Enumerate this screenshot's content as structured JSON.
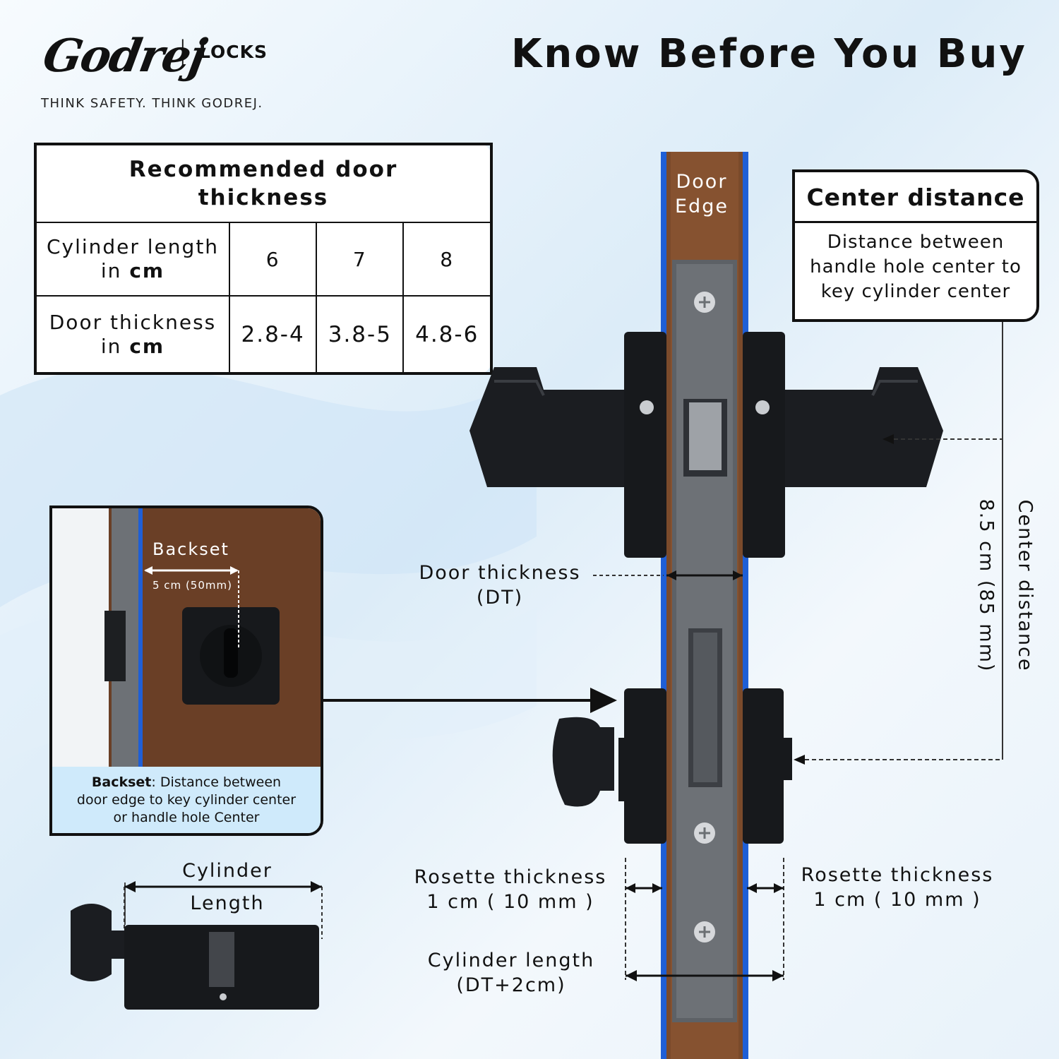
{
  "brand": {
    "logo_text": "Godrej",
    "separator": "|",
    "division": "LOCKS",
    "tagline": "THINK SAFETY. THINK GODREJ."
  },
  "title": "Know Before You Buy",
  "thickness_table": {
    "heading_line1": "Recommended door",
    "heading_line2": "thickness",
    "row1_label_line1": "Cylinder length",
    "row1_label_pre": "in ",
    "row1_label_unit": "cm",
    "row2_label_line1": "Door thickness",
    "row2_label_pre": "in ",
    "row2_label_unit": "cm",
    "cylinder_lengths": [
      "6",
      "7",
      "8"
    ],
    "door_thicknesses": [
      "2.8-4",
      "3.8-5",
      "4.8-6"
    ]
  },
  "door_edge": {
    "line1": "Door",
    "line2": "Edge"
  },
  "center_distance_box": {
    "title": "Center distance",
    "line1": "Distance between",
    "line2": "handle hole center to",
    "line3": "key cylinder center"
  },
  "center_distance_vertical": {
    "value": "8.5 cm (85 mm)",
    "label": "Center distance"
  },
  "door_thickness_label": {
    "line1": "Door thickness",
    "line2": "(DT)"
  },
  "backset_inset": {
    "label": "Backset",
    "measure": "5 cm (50mm)",
    "caption_bold": "Backset",
    "caption_rest": ": Distance between",
    "caption_line2": "door edge to key cylinder center",
    "caption_line3": "or handle hole Center"
  },
  "cylinder_label": {
    "line1": "Cylinder",
    "line2": "Length"
  },
  "rosette_left": {
    "line1": "Rosette thickness",
    "line2": "1 cm ( 10 mm )"
  },
  "rosette_right": {
    "line1": "Rosette thickness",
    "line2": "1 cm ( 10 mm )"
  },
  "cylinder_length_label": {
    "line1": "Cylinder length",
    "line2": "(DT+2cm)"
  },
  "colors": {
    "wood": "#7a4a2b",
    "door_edge_blue": "#1f5fd6",
    "hardware_black": "#17191c",
    "faceplate": "#5d6166",
    "caption_bg": "#cfeafb"
  }
}
